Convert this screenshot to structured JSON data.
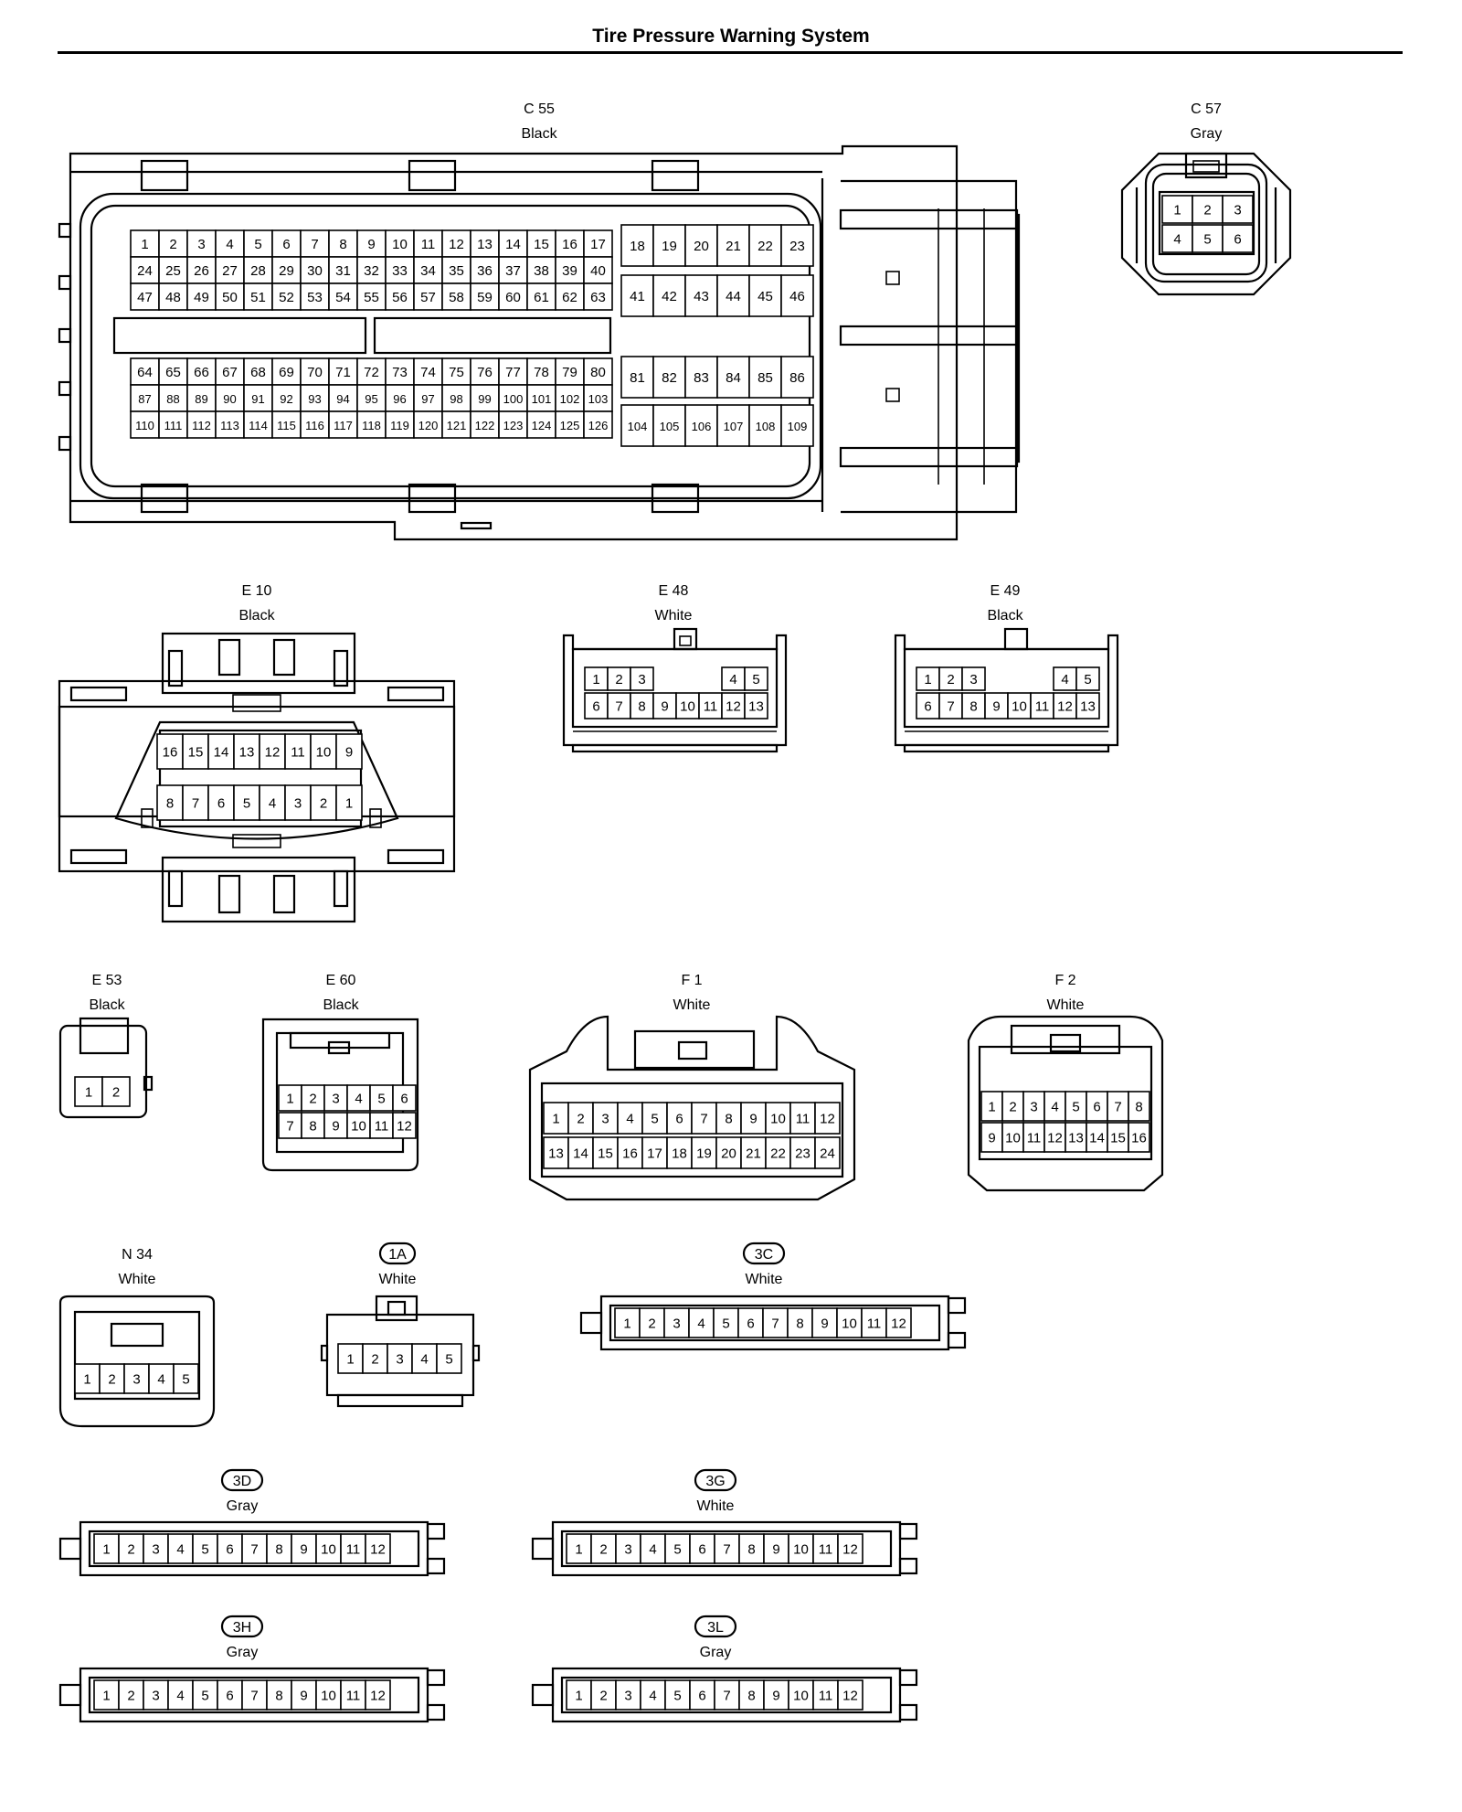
{
  "page": {
    "title": "Tire Pressure Warning System"
  },
  "connectors": {
    "c55": {
      "code": "C 55",
      "color": "Black"
    },
    "c57": {
      "code": "C 57",
      "color": "Gray"
    },
    "e10": {
      "code": "E 10",
      "color": "Black"
    },
    "e48": {
      "code": "E 48",
      "color": "White"
    },
    "e49": {
      "code": "E 49",
      "color": "Black"
    },
    "e53": {
      "code": "E 53",
      "color": "Black"
    },
    "e60": {
      "code": "E 60",
      "color": "Black"
    },
    "f1": {
      "code": "F 1",
      "color": "White"
    },
    "f2": {
      "code": "F 2",
      "color": "White"
    },
    "n34": {
      "code": "N 34",
      "color": "White"
    },
    "j1a": {
      "code": "1A",
      "color": "White"
    },
    "j3c": {
      "code": "3C",
      "color": "White"
    },
    "j3d": {
      "code": "3D",
      "color": "Gray"
    },
    "j3g": {
      "code": "3G",
      "color": "White"
    },
    "j3h": {
      "code": "3H",
      "color": "Gray"
    },
    "j3l": {
      "code": "3L",
      "color": "Gray"
    }
  }
}
